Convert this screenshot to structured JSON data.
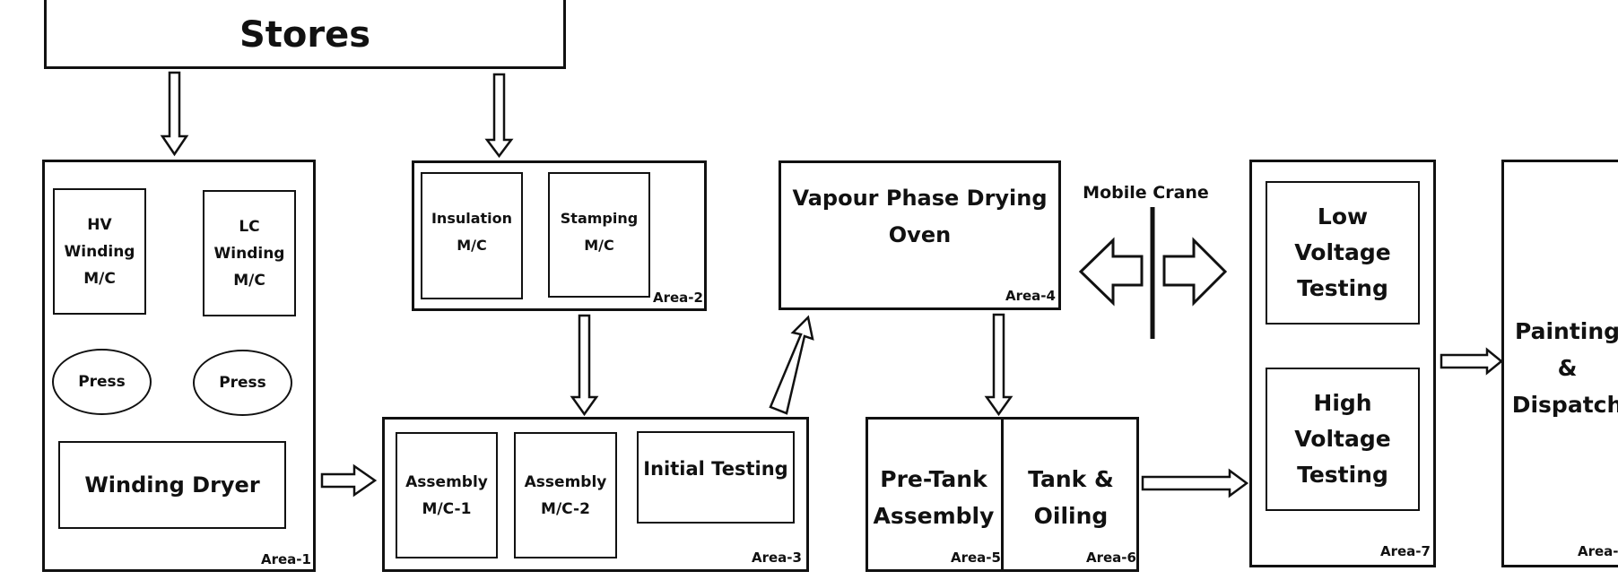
{
  "stores": "Stores",
  "area1": {
    "hv": "HV\nWinding\nM/C",
    "lc": "LC\nWinding\nM/C",
    "press1": "Press",
    "press2": "Press",
    "dryer": "Winding Dryer",
    "label": "Area-1"
  },
  "area2": {
    "insulation": "Insulation\nM/C",
    "stamping": "Stamping\nM/C",
    "label": "Area-2"
  },
  "area3": {
    "assembly1": "Assembly\nM/C-1",
    "assembly2": "Assembly\nM/C-2",
    "initial": "Initial Testing",
    "label": "Area-3"
  },
  "area4": {
    "oven": "Vapour Phase Drying\nOven",
    "label": "Area-4"
  },
  "crane": "Mobile Crane",
  "area5": {
    "title": "Pre-Tank\nAssembly",
    "label": "Area-5"
  },
  "area6": {
    "title": "Tank &\nOiling",
    "label": "Area-6"
  },
  "area7": {
    "low": "Low\nVoltage\nTesting",
    "high": "High\nVoltage\nTesting",
    "label": "Area-7"
  },
  "area8": {
    "painting": "Painting\n&\nDispatch",
    "label": "Area-"
  }
}
